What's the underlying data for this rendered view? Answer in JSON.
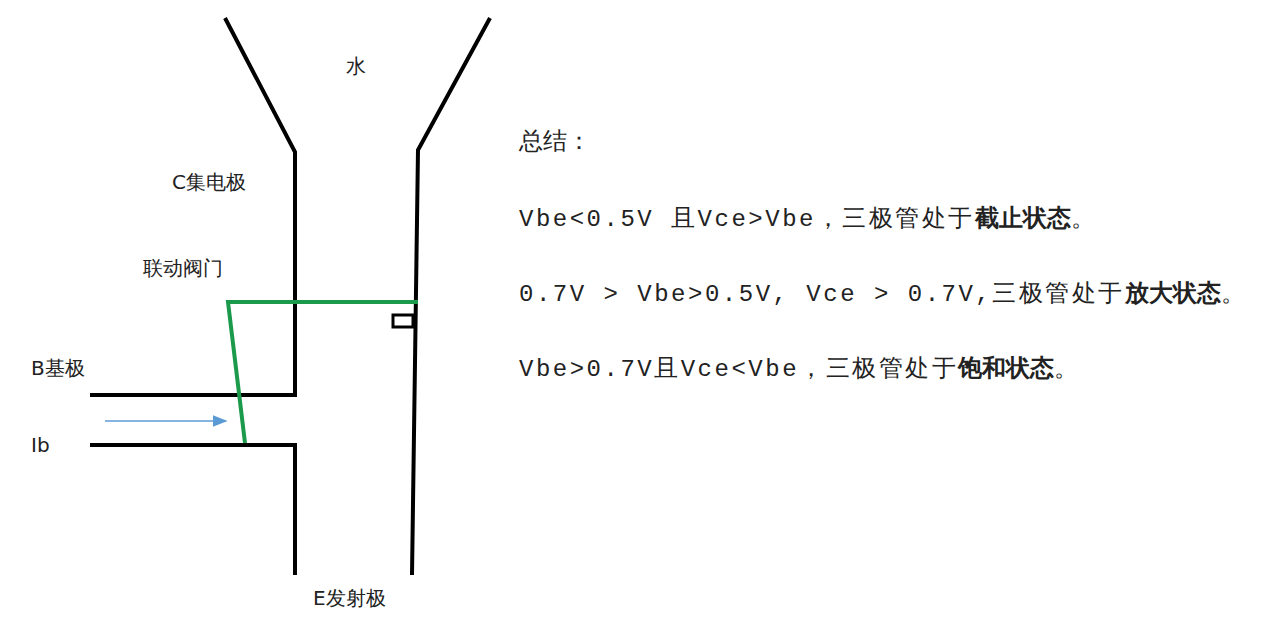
{
  "diagram": {
    "title": "总结：",
    "labels": [
      "水",
      "C集电极",
      "联动阀门",
      "B基极",
      "Ib",
      "E发射极",
      "Vbe<0.5V 且Vce>Vbe，三极管处于",
      "截止状态",
      "。",
      "0.7V > Vbe>0.5V, Vce > 0.7V,三极管处于",
      "放大状态",
      "。",
      "Vbe>0.7V且Vce<Vbe，三极管处于",
      "饱和状态",
      "。"
    ]
  }
}
